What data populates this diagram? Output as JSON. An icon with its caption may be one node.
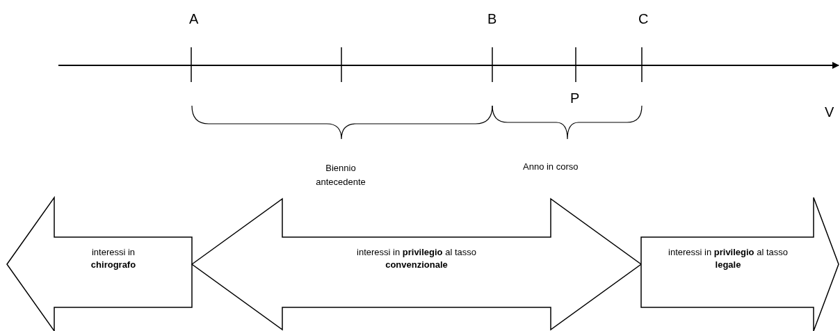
{
  "diagram": {
    "nodes": [
      {
        "text": [
          "interessi in **chirografo**"
        ]
      },
      {
        "text": [
          "interessi in **privilegio** al tasso **convenzionale**"
        ]
      },
      {
        "text": [
          "interessi in **privilegio** al tasso **legale**"
        ]
      }
    ],
    "edges": [],
    "labels": [
      "A",
      "B",
      "C",
      "P",
      "V",
      "Biennio antecedente",
      "Anno in corso"
    ]
  }
}
